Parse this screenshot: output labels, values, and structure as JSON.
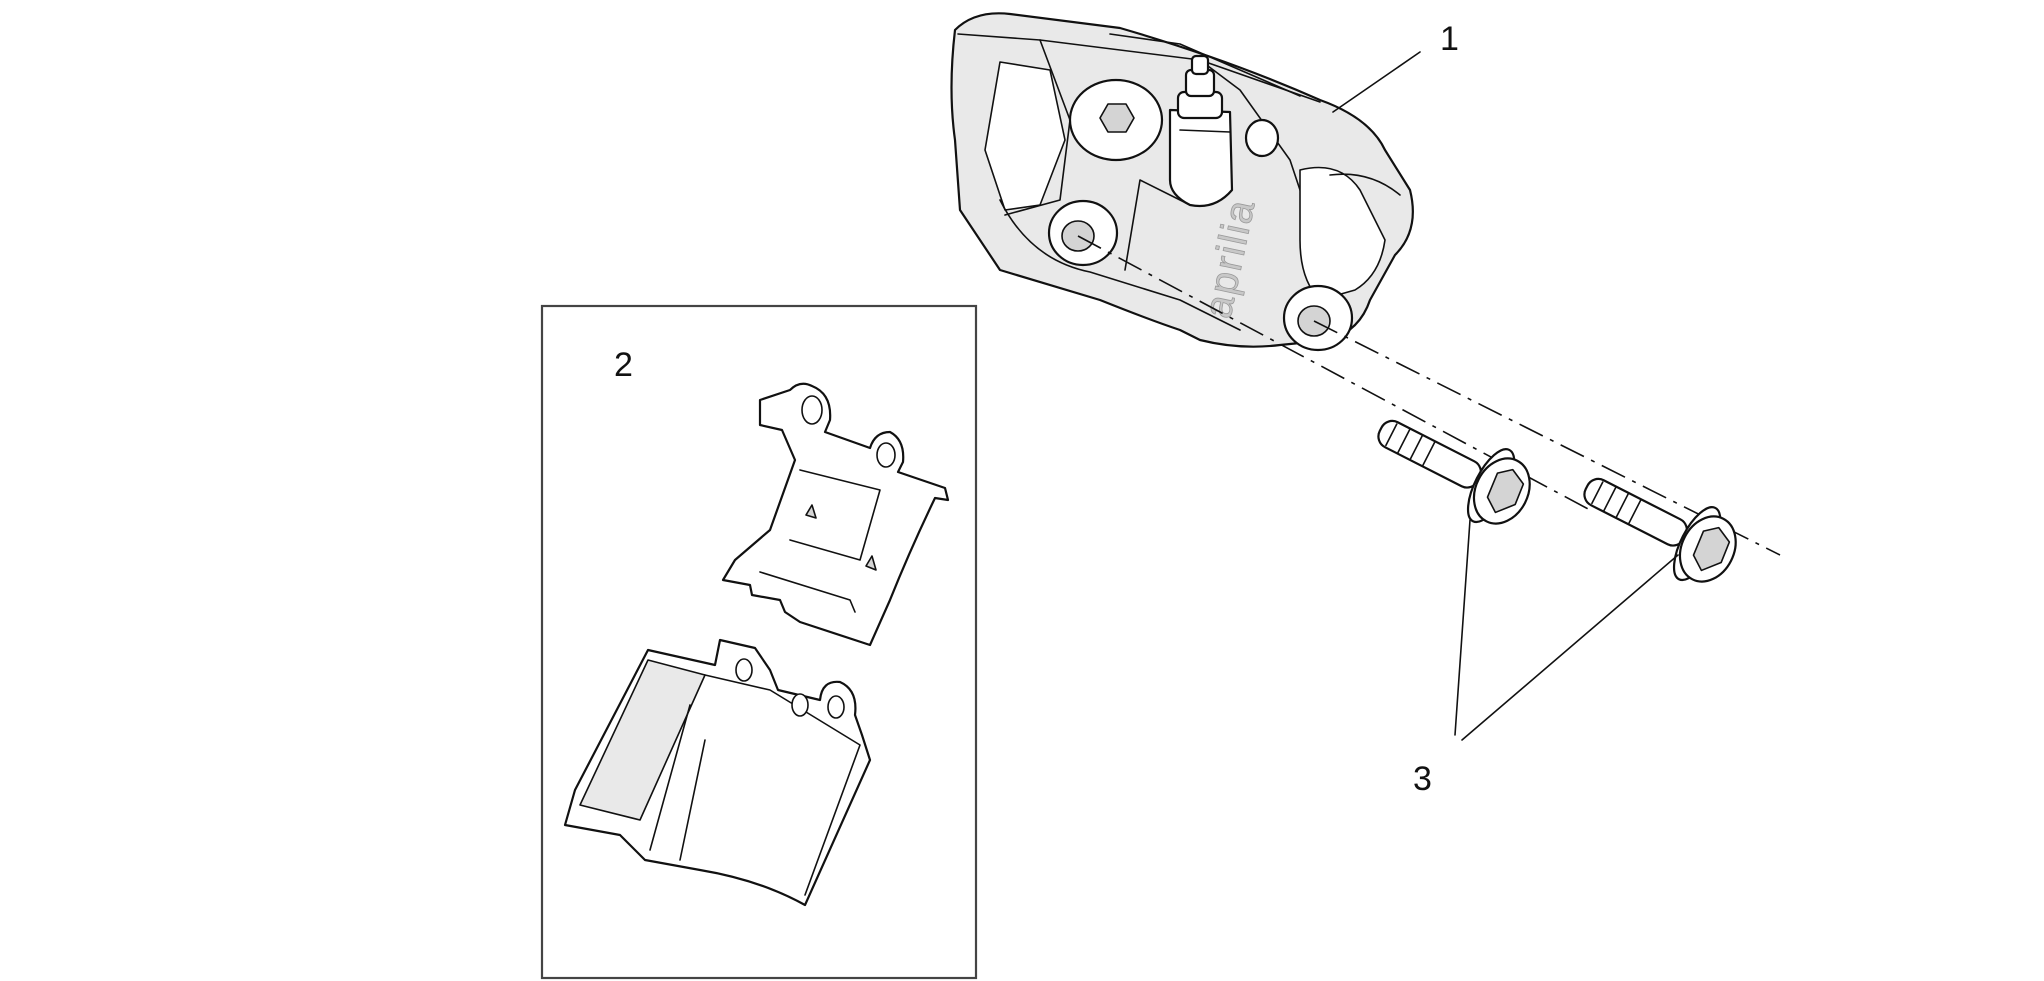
{
  "diagram": {
    "callouts": {
      "item_1": "1",
      "item_2": "2",
      "item_3": "3"
    },
    "caliper_brand": "aprilia",
    "colors": {
      "line": "#111111",
      "part_fill": "#e9e9e9",
      "shade": "#d4d4d4",
      "background": "#ffffff"
    }
  }
}
